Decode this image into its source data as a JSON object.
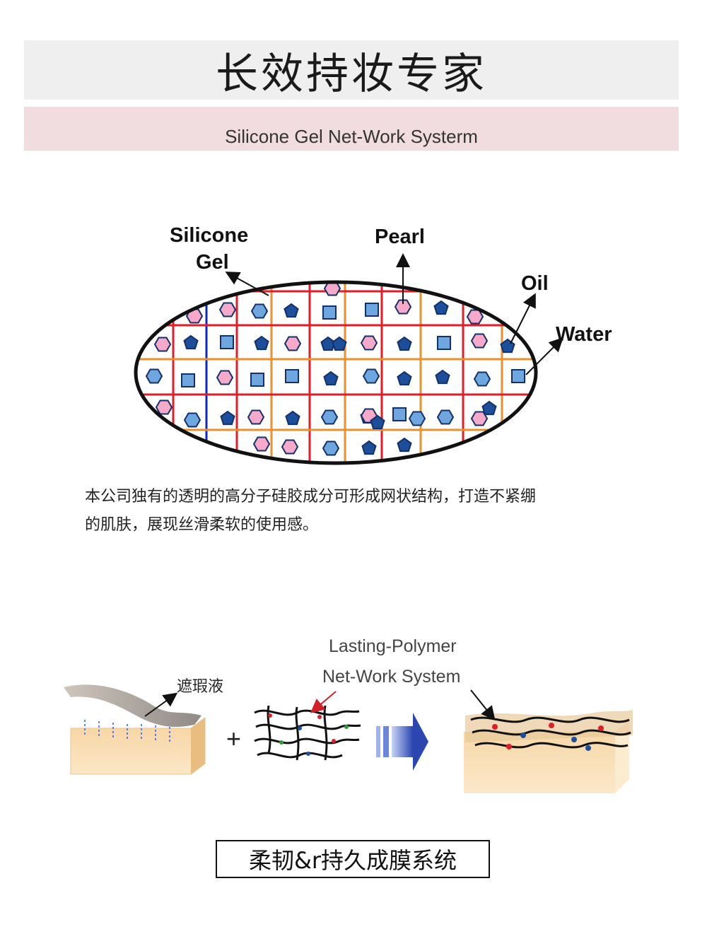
{
  "header": {
    "title": "长效持妆专家",
    "subtitle": "Silicone Gel Net-Work Systerm"
  },
  "diagram": {
    "labels": {
      "silicone_line1": "Silicone",
      "silicone_line2": "Gel",
      "pearl": "Pearl",
      "oil": "Oil",
      "water": "Water"
    },
    "colors": {
      "grid_red": "#e11d2a",
      "grid_orange": "#e8912e",
      "grid_blue": "#1428b8",
      "hexagon_pink": "#f6a9c9",
      "square_blue": "#6ea6e0",
      "pentagon_navy": "#1d4e9a"
    }
  },
  "description": {
    "line1": "本公司独有的透明的高分子硅胶成分可形成网状结构，打造不紧绷",
    "line2": "的肌肤，展现丝滑柔软的使用感。"
  },
  "process": {
    "concealer_label": "遮瑕液",
    "polymer_label_line1": "Lasting-Polymer",
    "polymer_label_line2": "Net-Work System",
    "plus": "+"
  },
  "caption": "柔韧&r持久成膜系统"
}
